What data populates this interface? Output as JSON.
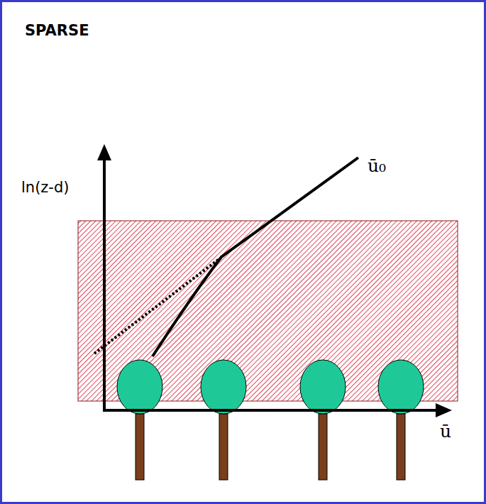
{
  "diagram": {
    "title": "SPARSE",
    "labels": [
      "ln(z-d)",
      "ū₀",
      "ū"
    ]
  }
}
